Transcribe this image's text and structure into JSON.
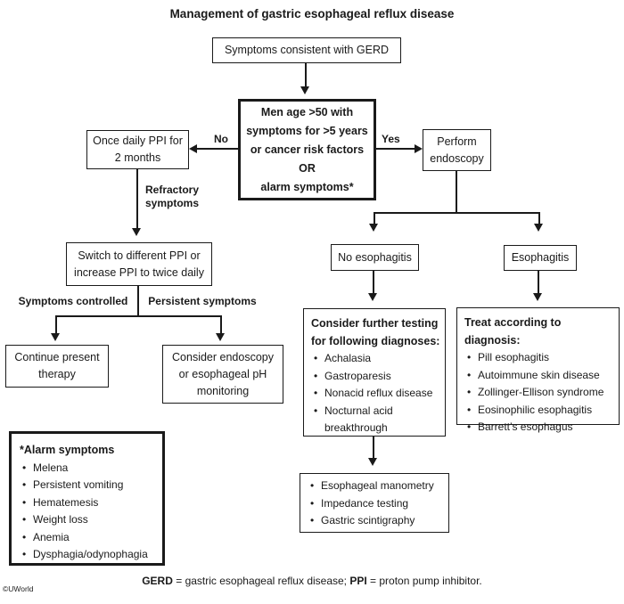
{
  "title": "Management of gastric esophageal reflux disease",
  "edge_labels": {
    "no": "No",
    "yes": "Yes",
    "refractory_line1": "Refractory",
    "refractory_line2": "symptoms",
    "symptoms_controlled": "Symptoms controlled",
    "persistent_symptoms": "Persistent symptoms"
  },
  "nodes": {
    "start": {
      "text": "Symptoms consistent with GERD"
    },
    "decision": {
      "lines": [
        "Men age >50 with",
        "symptoms for >5 years",
        "or cancer risk factors",
        "OR",
        "alarm symptoms*"
      ]
    },
    "once_daily_ppi": {
      "lines": [
        "Once daily PPI for",
        "2 months"
      ]
    },
    "perform_endoscopy": {
      "lines": [
        "Perform",
        "endoscopy"
      ]
    },
    "switch_ppi": {
      "lines": [
        "Switch to different PPI or",
        "increase PPI to twice daily"
      ]
    },
    "continue_therapy": {
      "lines": [
        "Continue present",
        "therapy"
      ]
    },
    "consider_endoscopy": {
      "lines": [
        "Consider endoscopy",
        "or esophageal pH",
        "monitoring"
      ]
    },
    "no_esophagitis": {
      "text": "No esophagitis"
    },
    "esophagitis": {
      "text": "Esophagitis"
    },
    "further_testing": {
      "heading_lines": [
        "Consider further testing",
        "for following diagnoses:"
      ],
      "items": [
        "Achalasia",
        "Gastroparesis",
        "Nonacid reflux disease",
        "Nocturnal acid breakthrough"
      ]
    },
    "testing_methods": {
      "items": [
        "Esophageal manometry",
        "Impedance testing",
        "Gastric scintigraphy"
      ]
    },
    "treat_diagnosis": {
      "heading": "Treat according to diagnosis:",
      "items": [
        "Pill esophagitis",
        "Autoimmune skin disease",
        "Zollinger-Ellison syndrome",
        "Eosinophilic esophagitis",
        "Barrett’s esophagus"
      ]
    },
    "alarm_symptoms": {
      "heading": "*Alarm symptoms",
      "items": [
        "Melena",
        "Persistent vomiting",
        "Hematemesis",
        "Weight loss",
        "Anemia",
        "Dysphagia/odynophagia"
      ]
    }
  },
  "footer": {
    "gerd_abbr": "GERD",
    "gerd_def": " = gastric esophageal reflux disease; ",
    "ppi_abbr": "PPI",
    "ppi_def": " = proton pump inhibitor."
  },
  "watermark": "©UWorld",
  "colors": {
    "ink": "#1a1a1a",
    "background": "#ffffff"
  }
}
